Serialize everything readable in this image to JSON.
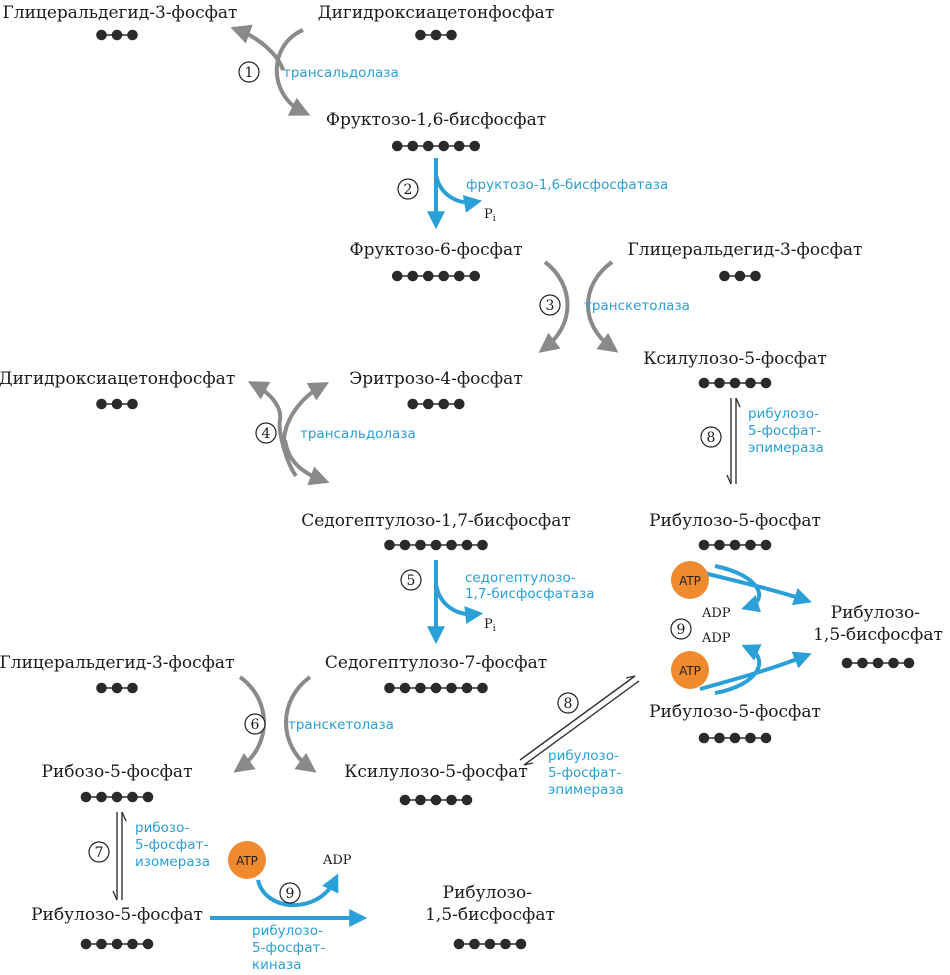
{
  "colors": {
    "grey_arrow": "#8a8a8a",
    "blue_arrow": "#2a9fd8",
    "atp_fill": "#f08a2e",
    "dot": "#2a2a2a"
  },
  "molecules": [
    {
      "id": "m1",
      "label": "Глицеральдегид-3-фосфат",
      "dots": 3
    },
    {
      "id": "m2",
      "label": "Дигидроксиацетонфосфат",
      "dots": 3
    },
    {
      "id": "m3",
      "label": "Фруктозо-1,6-бисфосфат",
      "dots": 6
    },
    {
      "id": "m4",
      "label": "Фруктозо-6-фосфат",
      "dots": 6
    },
    {
      "id": "m5",
      "label": "Глицеральдегид-3-фосфат",
      "dots": 3
    },
    {
      "id": "m6",
      "label": "Ксилулозо-5-фосфат",
      "dots": 5
    },
    {
      "id": "m7",
      "label": "Дигидроксиацетонфосфат",
      "dots": 3
    },
    {
      "id": "m8",
      "label": "Эритрозо-4-фосфат",
      "dots": 4
    },
    {
      "id": "m9",
      "label": "Седогептулозо-1,7-бисфосфат",
      "dots": 7
    },
    {
      "id": "m10",
      "label": "Рибулозо-5-фосфат",
      "dots": 5
    },
    {
      "id": "m11",
      "label": "Седогептулозо-7-фосфат",
      "dots": 7
    },
    {
      "id": "m12",
      "label": "Глицеральдегид-3-фосфат",
      "dots": 3
    },
    {
      "id": "m13",
      "label": "Рибулозо-5-фосфат",
      "dots": 5
    },
    {
      "id": "m14",
      "label": "Рибулозо-\n1,5-бисфосфат",
      "dots": 5
    },
    {
      "id": "m15",
      "label": "Рибозо-5-фосфат",
      "dots": 5
    },
    {
      "id": "m16",
      "label": "Ксилулозо-5-фосфат",
      "dots": 5
    },
    {
      "id": "m17",
      "label": "Рибулозо-5-фосфат",
      "dots": 5
    },
    {
      "id": "m18",
      "label": "Рибулозо-\n1,5-бисфосфат",
      "dots": 5
    }
  ],
  "steps": [
    {
      "id": "s1",
      "num": "1",
      "enzyme": "трансальдолаза"
    },
    {
      "id": "s2",
      "num": "2",
      "enzyme": "фруктозо-1,6-бисфосфатаза"
    },
    {
      "id": "s3",
      "num": "3",
      "enzyme": "транскетолаза"
    },
    {
      "id": "s4",
      "num": "4",
      "enzyme": "трансальдолаза"
    },
    {
      "id": "s5",
      "num": "5",
      "enzyme": "седогептулозо-\n1,7-бисфосфатаза"
    },
    {
      "id": "s6",
      "num": "6",
      "enzyme": "транскетолаза"
    },
    {
      "id": "s7",
      "num": "7",
      "enzyme": "рибозо-\n5-фосфат-\nизомераза"
    },
    {
      "id": "s8a",
      "num": "8",
      "enzyme": "рибулозо-\n5-фосфат-\nэпимераза"
    },
    {
      "id": "s8b",
      "num": "8",
      "enzyme": "рибулозо-\n5-фосфат-\nэпимераза"
    },
    {
      "id": "s9a",
      "num": "9",
      "enzyme": ""
    },
    {
      "id": "s9b",
      "num": "9",
      "enzyme": "рибулозо-\n5-фосфат-\nкиназа"
    }
  ],
  "cofactors": {
    "pi_1": "P",
    "pi_1_sub": "i",
    "pi_2": "P",
    "pi_2_sub": "i",
    "atp_1": "ATP",
    "adp_1": "ADP",
    "atp_2": "ATP",
    "adp_2": "ADP",
    "atp_3": "ATP",
    "adp_3": "ADP"
  }
}
